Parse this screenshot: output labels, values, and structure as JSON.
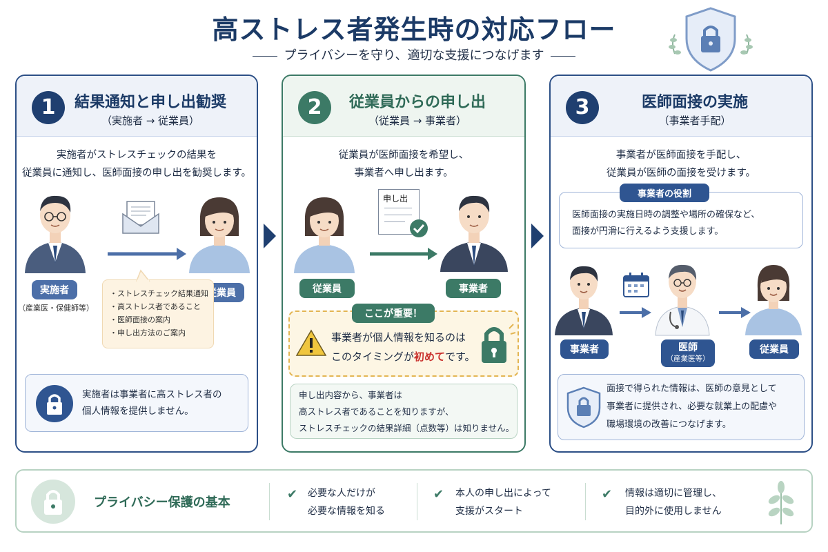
{
  "title": "高ストレス者発生時の対応フロー",
  "subtitle": "プライバシーを守り、適切な支援につなげます",
  "colors": {
    "navy": "#1b3a66",
    "green": "#3c7a66",
    "blue": "#4c6fa8",
    "red": "#c9302c"
  },
  "step1": {
    "num": "1",
    "title": "結果通知と申し出勧奨",
    "sub": "（実施者 → 従業員）",
    "desc1": "実施者がストレスチェックの結果を",
    "desc2": "従業員に通知し、医師面接の申し出を勧奨します。",
    "left_tag": "実施者",
    "left_note": "（産業医・保健師等）",
    "right_tag": "従業員",
    "callout": [
      "・ストレスチェック結果通知",
      "・高ストレス者であること",
      "・医師面接の案内",
      "・申し出方法のご案内"
    ],
    "info1": "実施者は事業者に高ストレス者の",
    "info2": "個人情報を提供しません。"
  },
  "step2": {
    "num": "2",
    "title": "従業員からの申し出",
    "sub": "（従業員 → 事業者）",
    "desc1": "従業員が医師面接を希望し、",
    "desc2": "事業者へ申し出ます。",
    "doc_label": "申し出",
    "left_tag": "従業員",
    "right_tag": "事業者",
    "important": "ここが重要！",
    "warn1": "事業者が個人情報を知るのは",
    "warn2a": "このタイミングが",
    "warn2b": "初めて",
    "warn2c": "です。",
    "info1": "申し出内容から、事業者は",
    "info2": "高ストレス者であることを知りますが、",
    "info3": "ストレスチェックの結果詳細（点数等）は知りません。"
  },
  "step3": {
    "num": "3",
    "title": "医師面接の実施",
    "sub": "（事業者手配）",
    "desc1": "事業者が医師面接を手配し、",
    "desc2": "従業員が医師の面接を受けます。",
    "role_title": "事業者の役割",
    "role1": "医師面接の実施日時の調整や場所の確保など、",
    "role2": "面接が円滑に行えるよう支援します。",
    "tag_employer": "事業者",
    "tag_doctor": "医師",
    "tag_doctor_sub": "（産業医等）",
    "tag_employee": "従業員",
    "info1": "面接で得られた情報は、医師の意見として",
    "info2": "事業者に提供され、必要な就業上の配慮や",
    "info3": "職場環境の改善につなげます。"
  },
  "bottom": {
    "title": "プライバシー保護の基本",
    "items": [
      {
        "l1": "必要な人だけが",
        "l2": "必要な情報を知る"
      },
      {
        "l1": "本人の申し出によって",
        "l2": "支援がスタート"
      },
      {
        "l1": "情報は適切に管理し、",
        "l2": "目的外に使用しません"
      }
    ]
  }
}
